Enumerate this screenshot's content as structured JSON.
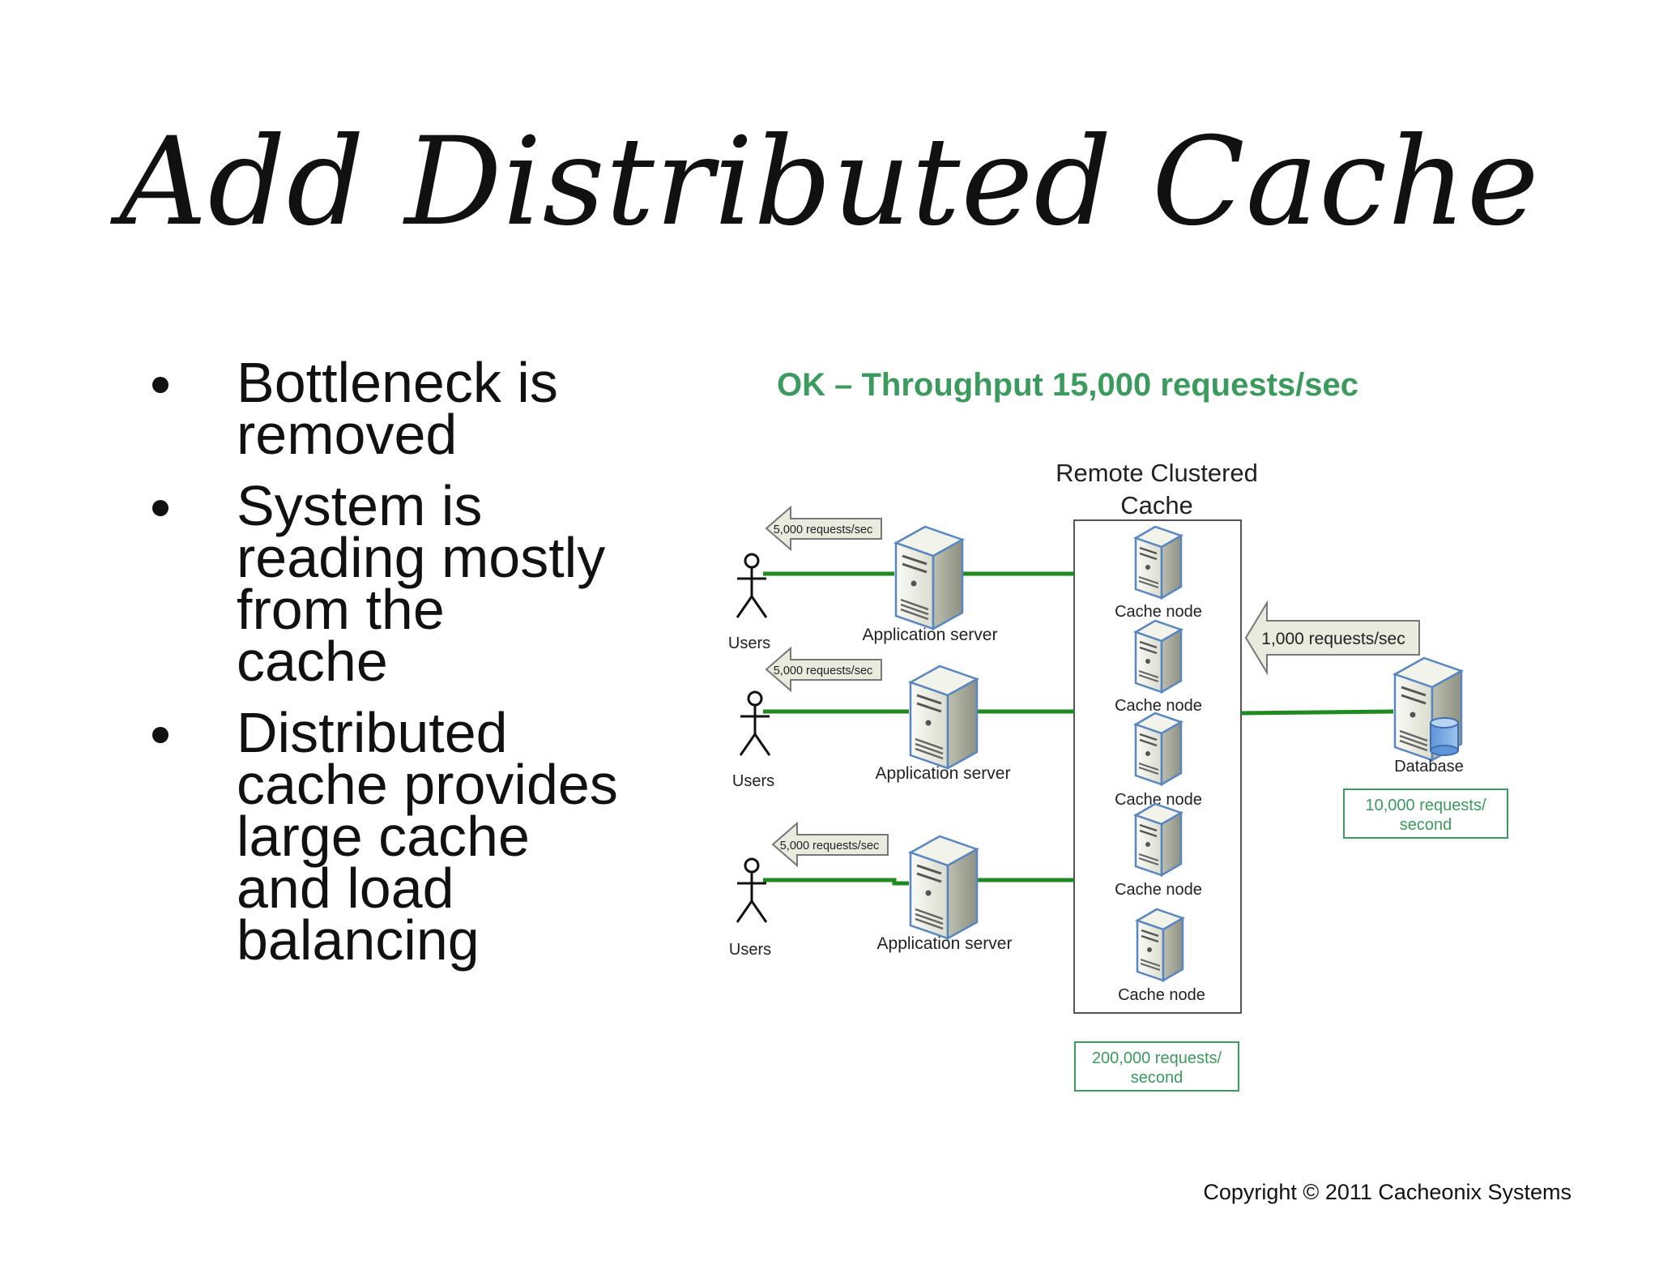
{
  "title": "Add Distributed Cache",
  "bullets": [
    [
      "Bottleneck is",
      "removed"
    ],
    [
      "System is",
      "reading mostly",
      "from the",
      "cache"
    ],
    [
      "Distributed",
      "cache provides",
      "large cache",
      "and load",
      "balancing"
    ]
  ],
  "diagram": {
    "headline": "OK – Throughput 15,000 requests/sec",
    "cluster_label": [
      "Remote Clustered",
      "Cache"
    ],
    "rows": [
      {
        "users": "Users",
        "server": "Application server",
        "arrow": "5,000 requests/sec"
      },
      {
        "users": "Users",
        "server": "Application server",
        "arrow": "5,000 requests/sec"
      },
      {
        "users": "Users",
        "server": "Application server",
        "arrow": "5,000 requests/sec"
      }
    ],
    "cache_nodes": [
      "Cache node",
      "Cache node",
      "Cache node",
      "Cache node",
      "Cache node"
    ],
    "db_arrow": "1,000 requests/sec",
    "database": "Database",
    "db_capacity": [
      "10,000 requests/",
      "second"
    ],
    "cluster_capacity": [
      "200,000 requests/",
      "second"
    ],
    "colors": {
      "accent_green": "#3c9a5f",
      "line_green": "#1f8a1f",
      "arrow_fill": "#e9ebdf"
    }
  },
  "copyright": "Copyright © 2011 Cacheonix Systems"
}
